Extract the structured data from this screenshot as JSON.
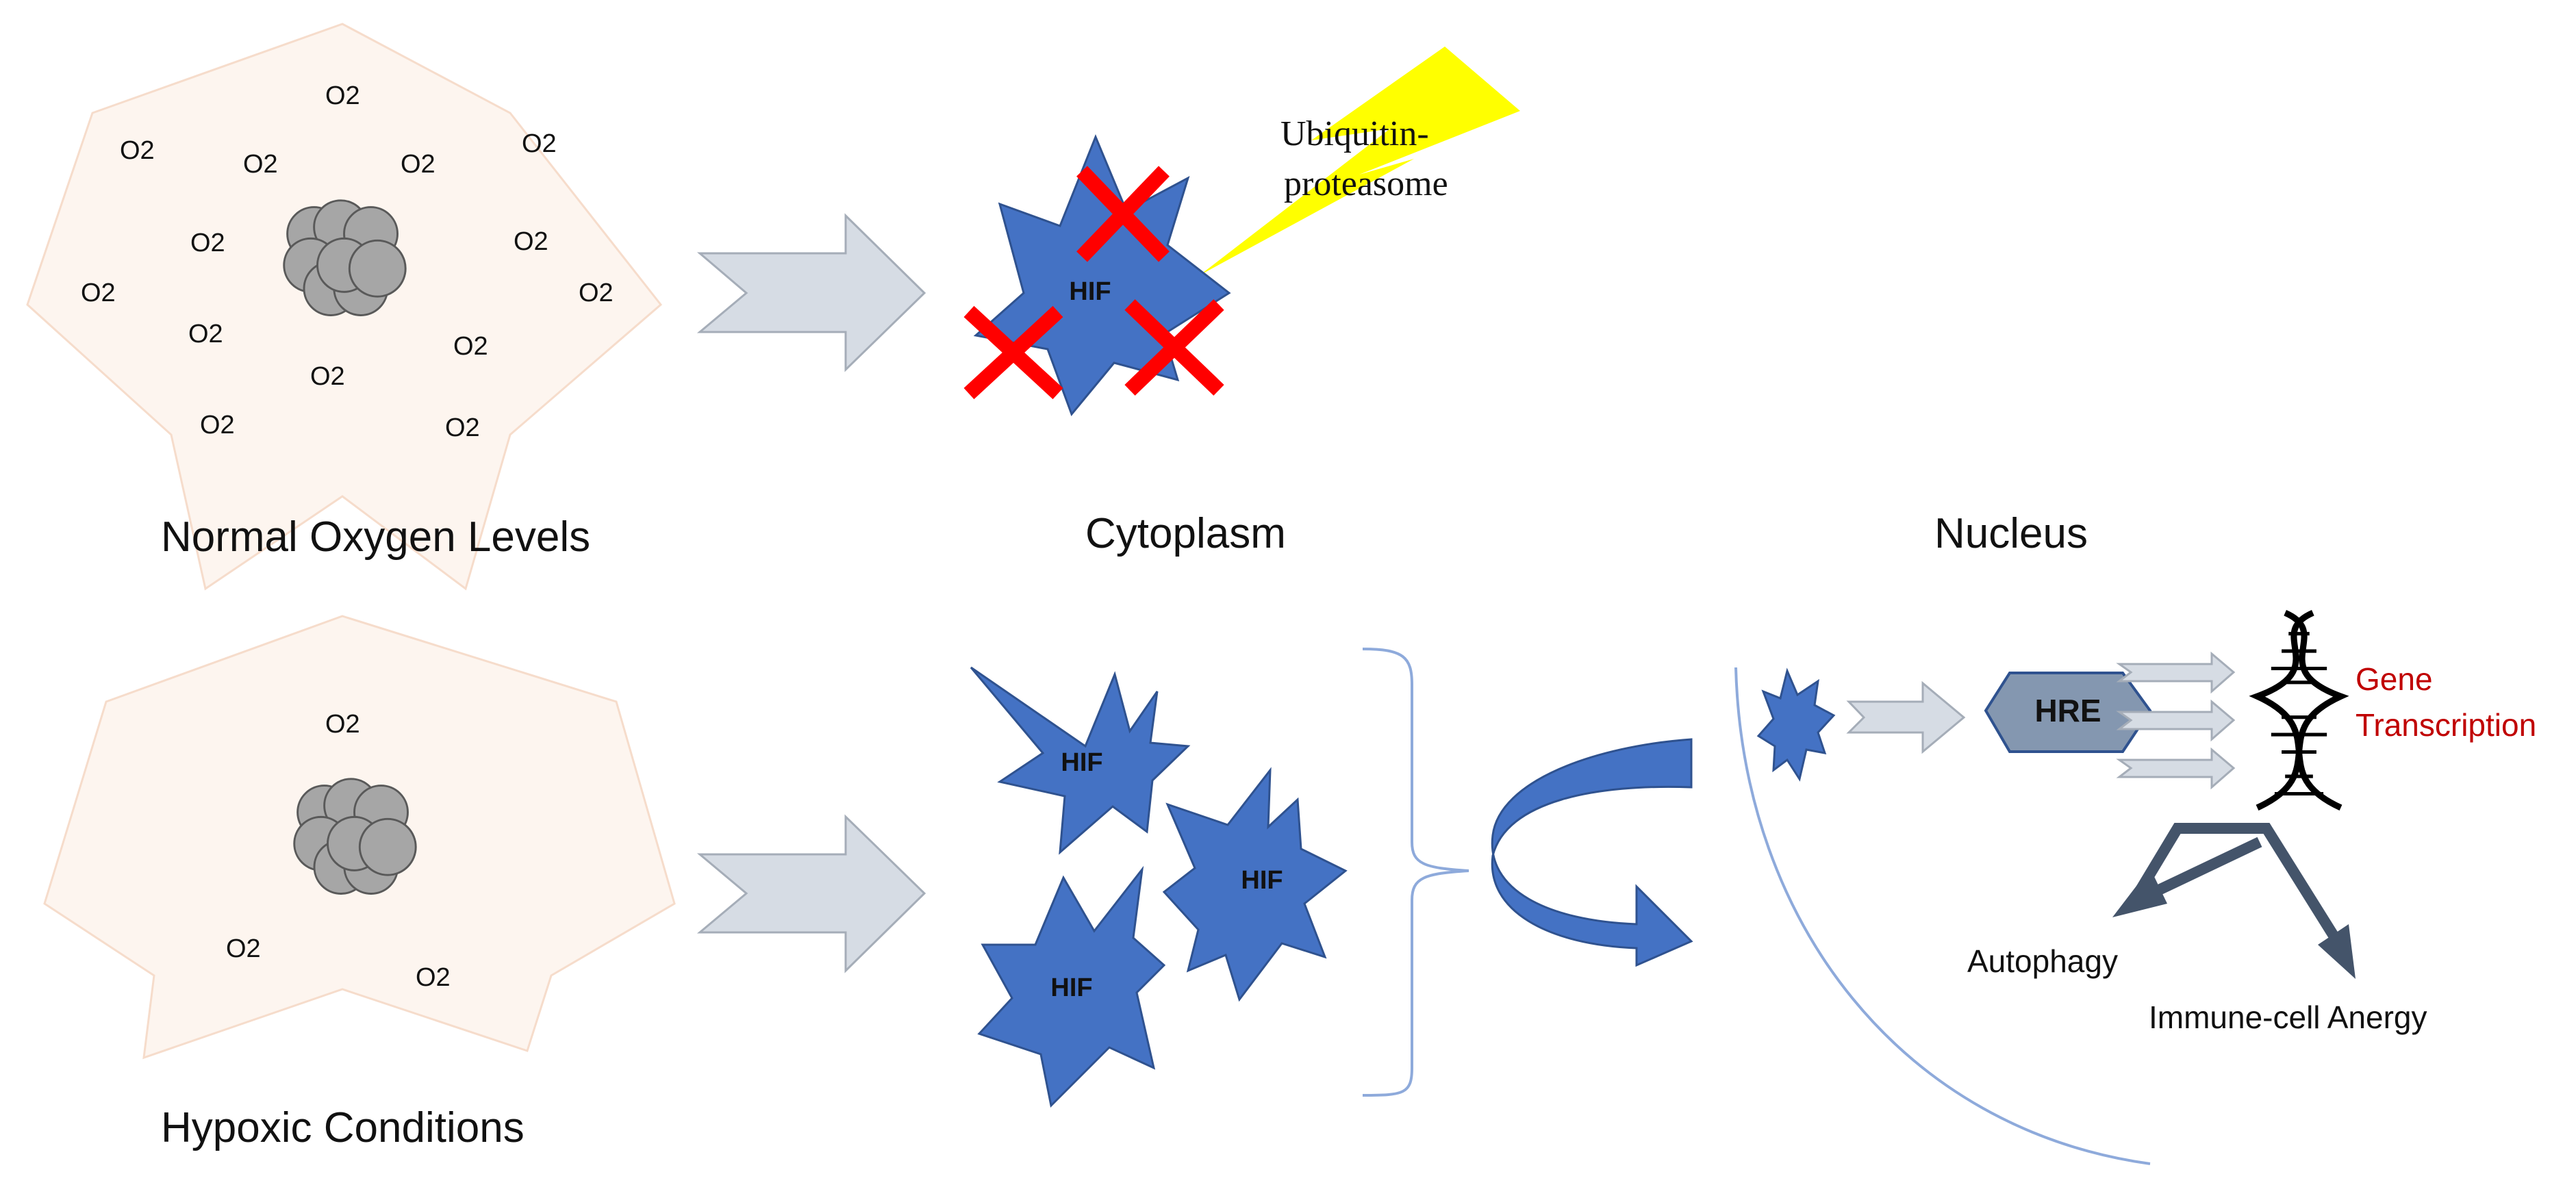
{
  "labels": {
    "normal": "Normal Oxygen Levels",
    "hypoxic": "Hypoxic Conditions",
    "cytoplasm": "Cytoplasm",
    "nucleus": "Nucleus",
    "ubiquitin_line1": "Ubiquitin-",
    "ubiquitin_line2": "proteasome",
    "hif": "HIF",
    "hre": "HRE",
    "gene_line1": "Gene",
    "gene_line2": "Transcription",
    "autophagy": "Autophagy",
    "anergy": "Immune-cell Anergy",
    "o2": "O2"
  },
  "colors": {
    "hif_blue": "#4472c4",
    "hif_dark": "#2f528f",
    "arrow_fill": "#d6dce4",
    "arrow_stroke": "#a5adb8",
    "cell_fill": "#fdf5ef",
    "cell_stroke": "#f6dccb",
    "red_x": "#ff0000",
    "lightning": "#ffff00",
    "gene_red": "#c00000",
    "hre_fill": "#8497b0",
    "cluster_gray": "#a6a6a6"
  }
}
